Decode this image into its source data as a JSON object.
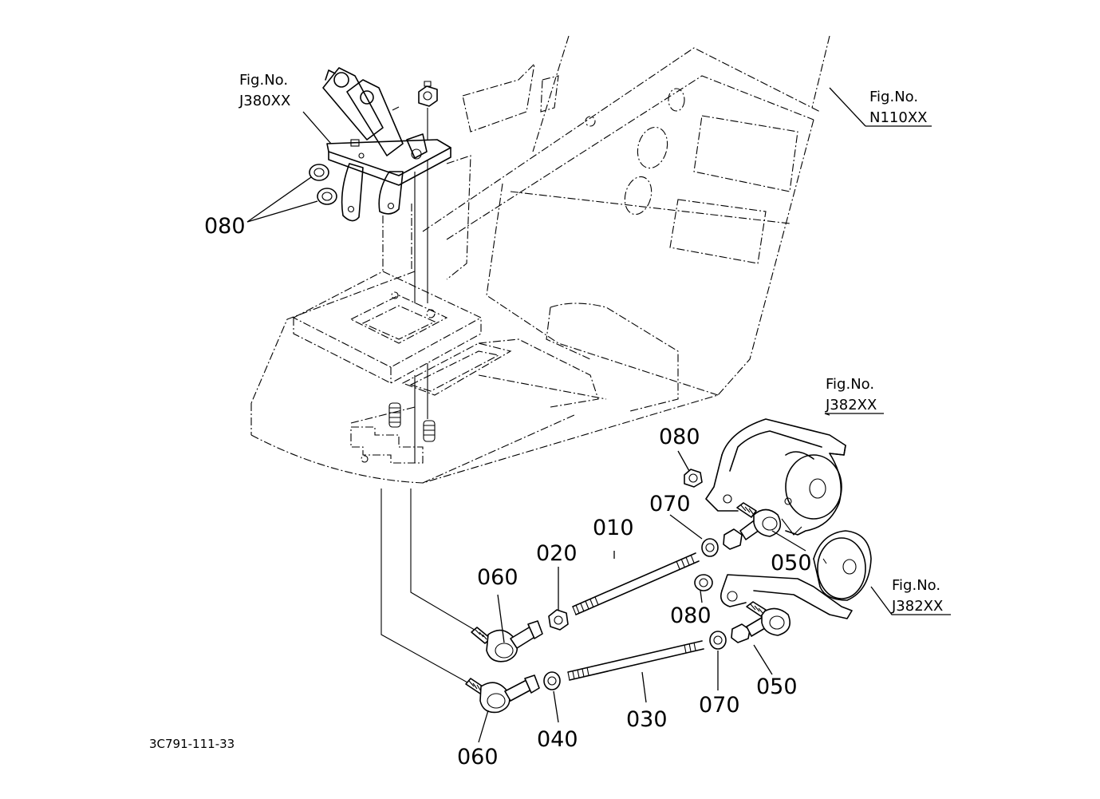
{
  "drawing_code": "3C791-111-33",
  "figure_refs": [
    {
      "id": "j380",
      "line1": "Fig.No.",
      "line2": "J380XX"
    },
    {
      "id": "n110",
      "line1": "Fig.No.",
      "line2": "N110XX"
    },
    {
      "id": "j382a",
      "line1": "Fig.No.",
      "line2": "J382XX"
    },
    {
      "id": "j382b",
      "line1": "Fig.No.",
      "line2": "J382XX"
    }
  ],
  "part_labels": {
    "p080a": "080",
    "p080b": "080",
    "p080c": "080",
    "p070a": "070",
    "p070b": "070",
    "p050a": "050",
    "p050b": "050",
    "p010": "010",
    "p020": "020",
    "p030": "030",
    "p040": "040",
    "p060a": "060",
    "p060b": "060"
  }
}
